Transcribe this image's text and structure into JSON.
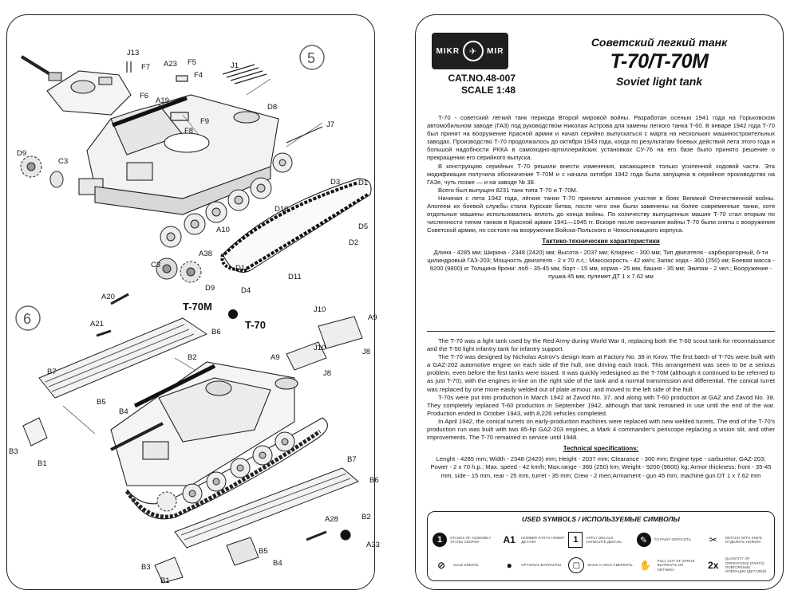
{
  "left_page": {
    "step_5": "5",
    "step_6": "6",
    "variant_t70m": "T-70M",
    "variant_t70": "T-70",
    "labels_step5": [
      "J13",
      "F7",
      "A23",
      "F5",
      "F4",
      "F6",
      "A19",
      "J1",
      "D8",
      "F9",
      "F8",
      "J7",
      "D9",
      "C3",
      "D3",
      "D1",
      "D10",
      "D5",
      "A10",
      "D2",
      "A38",
      "C3",
      "D9",
      "D1",
      "D11",
      "D4"
    ],
    "labels_step6": [
      "A20",
      "A21",
      "B7",
      "B6",
      "J10",
      "A9",
      "A9",
      "J8",
      "J10",
      "J8",
      "B2",
      "B5",
      "B4",
      "B3",
      "B1",
      "B7",
      "B6",
      "B2",
      "A28",
      "A33",
      "B5",
      "B4",
      "B3",
      "B1"
    ]
  },
  "right_page": {
    "logo_text_left": "MIKR",
    "logo_text_right": "MIR",
    "catalog_number": "CAT.NO.48-007",
    "scale": "SCALE 1:48",
    "title_ru": "Советский легкий танк",
    "title_main": "T-70/T-70M",
    "title_en": "Soviet light tank",
    "ru_paragraphs": [
      "Т-70 - советский лёгкий танк периода Второй мировой войны. Разработан осенью 1941 года на Горьковском автомобильном заводе (ГАЗ) под руководством Николая Астрова для замены легкого танка Т-60. В январе 1942 года Т-70 был принят на вооружение Красной армии и начал серийно выпускаться с марта на нескольких машиностроительных заводах. Производство Т-70 продолжалось до октября 1943 года, когда по результатам боевых действий лета этого года и большой надобности РККА в самоходно-артиллерийских установках СУ-76 на его базе было принято решение о прекращении его серийного выпуска.",
      "В конструкцию серийных Т-70 решили внести изменения, касающиеся только усиленной ходовой части. Эта модификация получила обозначение Т-70М и с начала октября 1942 года была запущена в серийное производство на ГАЗе, чуть позже — и на заводе № 38.",
      "Всего был выпущен 8231 танк типа Т-70 и Т-70М.",
      "Начиная с лета 1942 года, лёгкие танки Т-70 приняли активное участие в боях Великой Отечественной войны. Апогеем их боевой службы стала Курская битва, после чего они были заменены на более современные танки, хотя отдельные машины использовались вплоть до конца войны. По количеству выпущенных машин Т-70 стал вторым по численности типом танков в Красной армии 1941—1945 гг. Вскоре после окончания войны Т-70 были сняты с вооружения Советской армии, но состоял на вооружении Войска-Польского и Чехословацкого корпуса."
    ],
    "ru_spec_heading": "Тактико-технические характеристики",
    "ru_spec_text": "Длина - 4285 мм; Ширина - 2348 (2420) мм; Высота - 2037 мм; Клиренс - 300 мм; Тип двигателя - карбюраторный, 6-ти цилиндровый ГАЗ-203; Мощность двигателя - 2 х 70 л.с.; Максскорость - 42 км/ч; Запас хода - 360 (250) км; Боевая масса - 9200 (9800) кг Толщина брони: лоб - 35-45 мм, борт - 15 мм, корма - 25 мм, башня - 35 мм; Экипаж - 2 чел.; Вооружение - пушка 45 мм, пулемет ДТ 1 х 7.62 мм",
    "en_paragraphs": [
      "The T-70 was a light tank used by the Red Army during World War II, replacing both the T-60 scout tank for reconnaissance and the T-50 light infantry tank for infantry support.",
      "The T-70 was designed by Nicholas Astrov's design team at Factory No. 38 in Kirov. The first batch of T-70s were built with a GAZ-202 automotive engine on each side of the hull, one driving each track. This arrangement was seen to be a serious problem, even before the first tanks were issued. It was quickly redesigned as the T-70M (although it continued to be referred to as just T-70), with the engines in-line on the right side of the tank and a normal transmission and differential. The conical turret was replaced by one more easily welded out of plate armour, and moved to the left side of the hull.",
      "T-70s were put into production in March 1942 at Zavod No. 37, and along with T-60 production at GAZ and Zavod No. 38. They completely replaced T-60 production in September 1942, although that tank remained in use until the end of the war. Production ended in October 1943, with 8,226 vehicles completed.",
      "In April 1942, the conical turrets on early-production machines were replaced with new welded turrets. The end of the T-70's production run was built with two 85-hp GAZ-203 engines, a Mark 4 commander's periscope replacing a vision slit, and other improvements. The T-70 remained in service until 1948."
    ],
    "en_spec_heading": "Technical specifications:",
    "en_spec_text": "Lenght - 4285 mm; Width - 2348 (2420) mm; Height - 2037 mm; Clearance - 300 mm; Engine type - carburetor, GAZ-203; Power - 2 x 70 h.p.; Max. speed - 42 km/h; Max.range - 360 (250) km; Weight - 9200 (9800) kg; Armor thickness: front - 35-45 mm, side - 15 mm, rear - 25 mm, turret - 35 mm; Crew - 2 men;Armament - gun 45 mm, machine gun DT 1 x 7.62 mm",
    "symbols_title": "USED SYMBOLS / ИСПОЛЬЗУЕМЫЕ СИМВОЛЫ",
    "symbols": [
      {
        "glyph": "1",
        "style": "circle-fill",
        "icon": "step-number-icon",
        "text": "STAGES OF ASSEMBLY ЭТАПЫ СБОРКИ"
      },
      {
        "glyph": "A1",
        "style": "plain",
        "icon": "part-number-icon",
        "text": "NUMBER PARTS НОМЕР ДЕТАЛИ"
      },
      {
        "glyph": "1",
        "style": "box",
        "icon": "decal-icon",
        "text": "APPLY DECALS НАНЕСИТЕ ДЕКАЛЬ"
      },
      {
        "glyph": "✎",
        "style": "circle-fill",
        "icon": "paint-icon",
        "text": "TO PAINT ОКРАСИТЬ"
      },
      {
        "glyph": "✂",
        "style": "plain",
        "icon": "knife-icon",
        "text": "DETACH WITH KNIFE ОТДЕЛИТЬ НОЖОМ"
      },
      {
        "glyph": "⊘",
        "style": "plain",
        "icon": "glue-icon",
        "text": "GLUE КЛЕИТЬ"
      },
      {
        "glyph": "●",
        "style": "plain",
        "icon": "optional-icon",
        "text": "OPTIONAL ВАРИАНТЫ"
      },
      {
        "glyph": "▢",
        "style": "circle-line",
        "icon": "hole-icon",
        "text": "MAKE A HOLE СВЕРЛИТЬ"
      },
      {
        "glyph": "✋",
        "style": "plain",
        "icon": "sprue-icon",
        "text": "PULL OUT OF SPRUE ВЫТЯНУТЬ ИЗ ЛИТНИКА"
      },
      {
        "glyph": "2x",
        "style": "plain",
        "icon": "quantity-icon",
        "text": "QUANTITY OF OPERATIONS (PARTS) ПОВТОРЕНИЕ ОПЕРАЦИИ (ДЕТАЛЕЙ)"
      }
    ]
  }
}
